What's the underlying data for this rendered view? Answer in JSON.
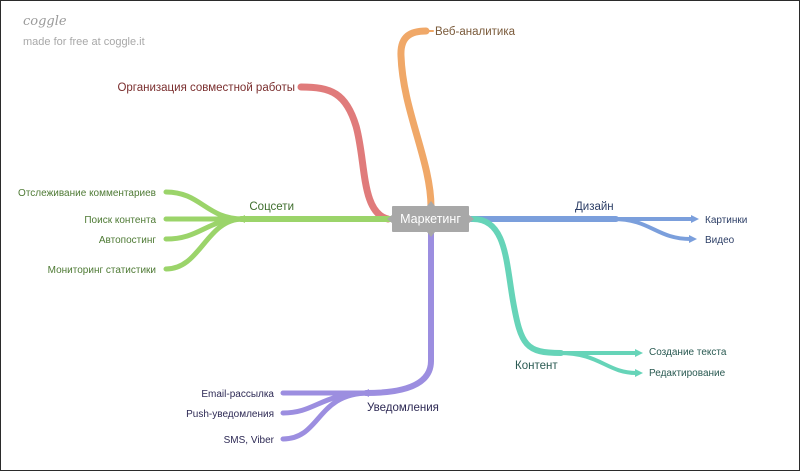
{
  "brand": {
    "logo": "coggle",
    "tagline": "made for free at coggle.it"
  },
  "center": {
    "label": "Маркетинг"
  },
  "branches": {
    "analytics": {
      "label": "Веб-аналитика",
      "color": "#f0a868"
    },
    "collab": {
      "label": "Организация совместной работы",
      "color": "#e07b7b"
    },
    "social": {
      "label": "Соцсети",
      "color": "#9bd46a",
      "children": [
        "Отслеживание комментариев",
        "Поиск контента",
        "Автопостинг",
        "Мониторинг статистики"
      ]
    },
    "design": {
      "label": "Дизайн",
      "color": "#7b9fdc",
      "children": [
        "Картинки",
        "Видео"
      ]
    },
    "content": {
      "label": "Контент",
      "color": "#66d4b8",
      "children": [
        "Создание текста",
        "Редактирование"
      ]
    },
    "notify": {
      "label": "Уведомления",
      "color": "#9c8ee0",
      "children": [
        "Email-рассылка",
        "Push-уведомления",
        "SMS, Viber"
      ]
    }
  }
}
